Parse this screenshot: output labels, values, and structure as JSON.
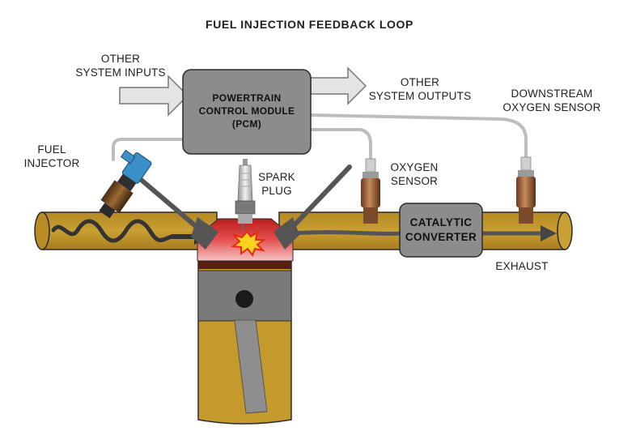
{
  "title": "FUEL INJECTION FEEDBACK LOOP",
  "pcm": {
    "lines": [
      "POWERTRAIN",
      "CONTROL MODULE",
      "(PCM)"
    ]
  },
  "catalytic": {
    "lines": [
      "CATALYTIC",
      "CONVERTER"
    ]
  },
  "labels": {
    "other_inputs": [
      "OTHER",
      "SYSTEM INPUTS"
    ],
    "other_outputs": [
      "OTHER",
      "SYSTEM OUTPUTS"
    ],
    "downstream": [
      "DOWNSTREAM",
      "OXYGEN SENSOR"
    ],
    "fuel_injector": [
      "FUEL",
      "INJECTOR"
    ],
    "spark_plug": [
      "SPARK",
      "PLUG"
    ],
    "oxygen_sensor": [
      "OXYGEN",
      "SENSOR"
    ],
    "exhaust": "EXHAUST"
  },
  "colors": {
    "pipe": "#c49a2c",
    "pipe_edge": "#2b2b2b",
    "box": "#8c8c8c",
    "wire": "#bdbdbd",
    "arrow": "#e4e4e4",
    "chamber": "#e23b3b",
    "flow": "#333333"
  }
}
